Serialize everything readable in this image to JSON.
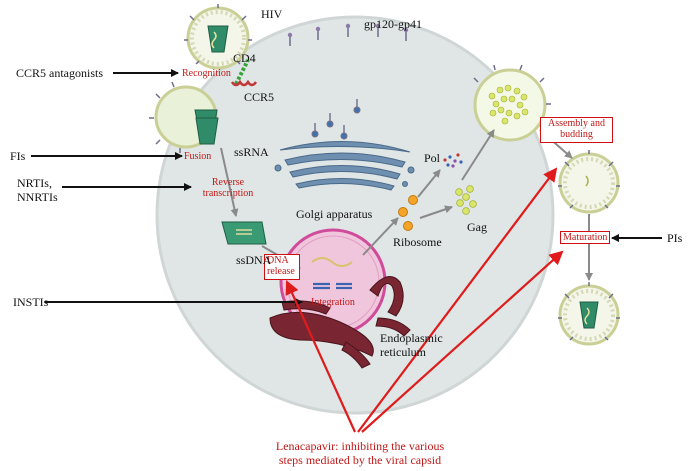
{
  "virus_label": "HIV",
  "receptors": {
    "gp": "gp120-gp41",
    "cd4": "CD4",
    "ccr5": "CCR5"
  },
  "drugs": {
    "ccr5_antagonists": "CCR5 antagonists",
    "fis": "FIs",
    "nrtis_line1": "NRTIs,",
    "nrtis_line2": "NNRTIs",
    "instis": "INSTIs",
    "pis": "PIs"
  },
  "steps": {
    "recognition": "Recognition",
    "fusion": "Fusion",
    "rt_line1": "Reverse",
    "rt_line2": "transcription",
    "dna_release_line1": "DNA",
    "dna_release_line2": "release",
    "integration": "Integration",
    "assembly_line1": "Assembly and",
    "assembly_line2": "budding",
    "maturation": "Maturation"
  },
  "organelles": {
    "ssrna": "ssRNA",
    "ssdna": "ssDNA",
    "golgi": "Golgi apparatus",
    "ribosome": "Ribosome",
    "pol": "Pol",
    "gag": "Gag",
    "er_line1": "Endoplasmic",
    "er_line2": "reticulum"
  },
  "lenacapavir": {
    "line1": "Lenacapavir: inhibiting the various",
    "line2": "steps mediated by the viral capsid"
  },
  "colors": {
    "accent_red": "#e01b1b",
    "cell_fill": "#dfe6e5",
    "nucleus": "#efc6dc"
  }
}
